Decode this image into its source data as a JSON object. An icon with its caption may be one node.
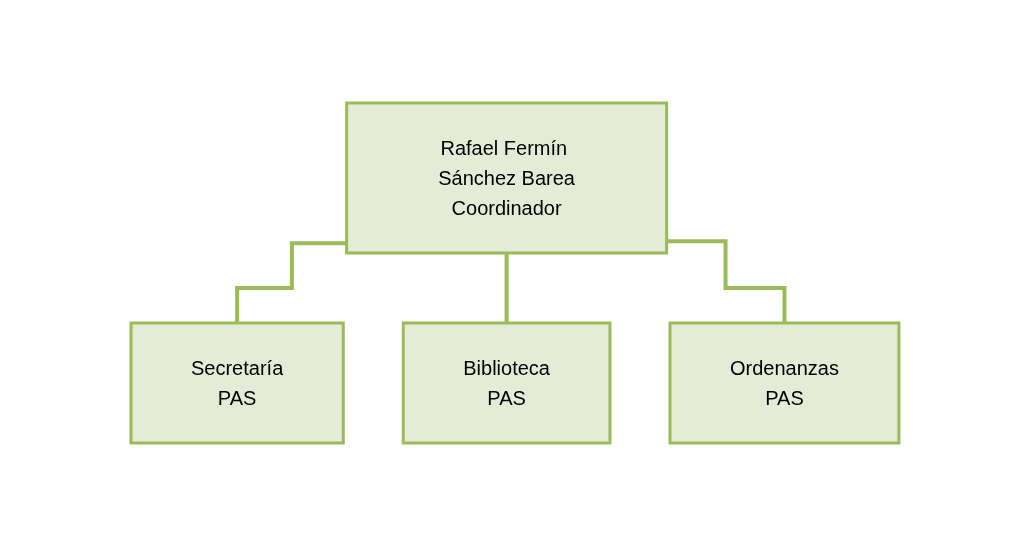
{
  "diagram": {
    "nodes": [
      {
        "text": [
          "Rafael Fermín Sánchez Barea",
          "Coordinador"
        ]
      },
      {
        "text": [
          "Secretaría",
          "PAS"
        ]
      },
      {
        "text": [
          "Biblioteca",
          "PAS"
        ]
      },
      {
        "text": [
          "Ordenanzas",
          "PAS"
        ]
      }
    ],
    "edges": [
      {
        "from": 0,
        "to": 1,
        "arrow": "none"
      },
      {
        "from": 0,
        "to": 2,
        "arrow": "none"
      },
      {
        "from": 0,
        "to": 3,
        "arrow": "none"
      }
    ]
  }
}
